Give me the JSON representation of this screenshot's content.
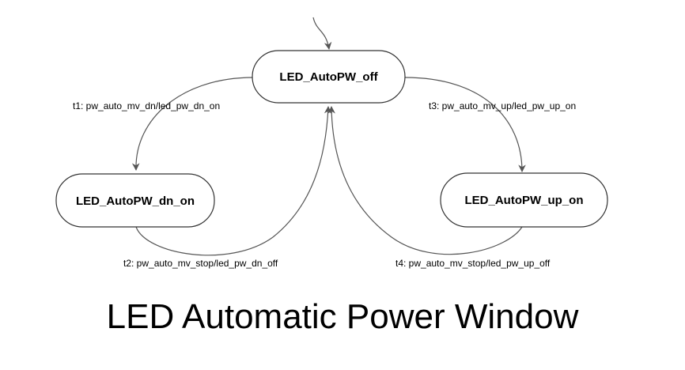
{
  "title": "LED Automatic Power Window",
  "states": {
    "off": "LED_AutoPW_off",
    "dn_on": "LED_AutoPW_dn_on",
    "up_on": "LED_AutoPW_up_on"
  },
  "transitions": {
    "t1": "t1: pw_auto_mv_dn/led_pw_dn_on",
    "t2": "t2: pw_auto_mv_stop/led_pw_dn_off",
    "t3": "t3: pw_auto_mv_up/led_pw_up_on",
    "t4": "t4: pw_auto_mv_stop/led_pw_up_off"
  },
  "colors": {
    "stroke": "#333333",
    "edge": "#555555",
    "text": "#000000"
  }
}
